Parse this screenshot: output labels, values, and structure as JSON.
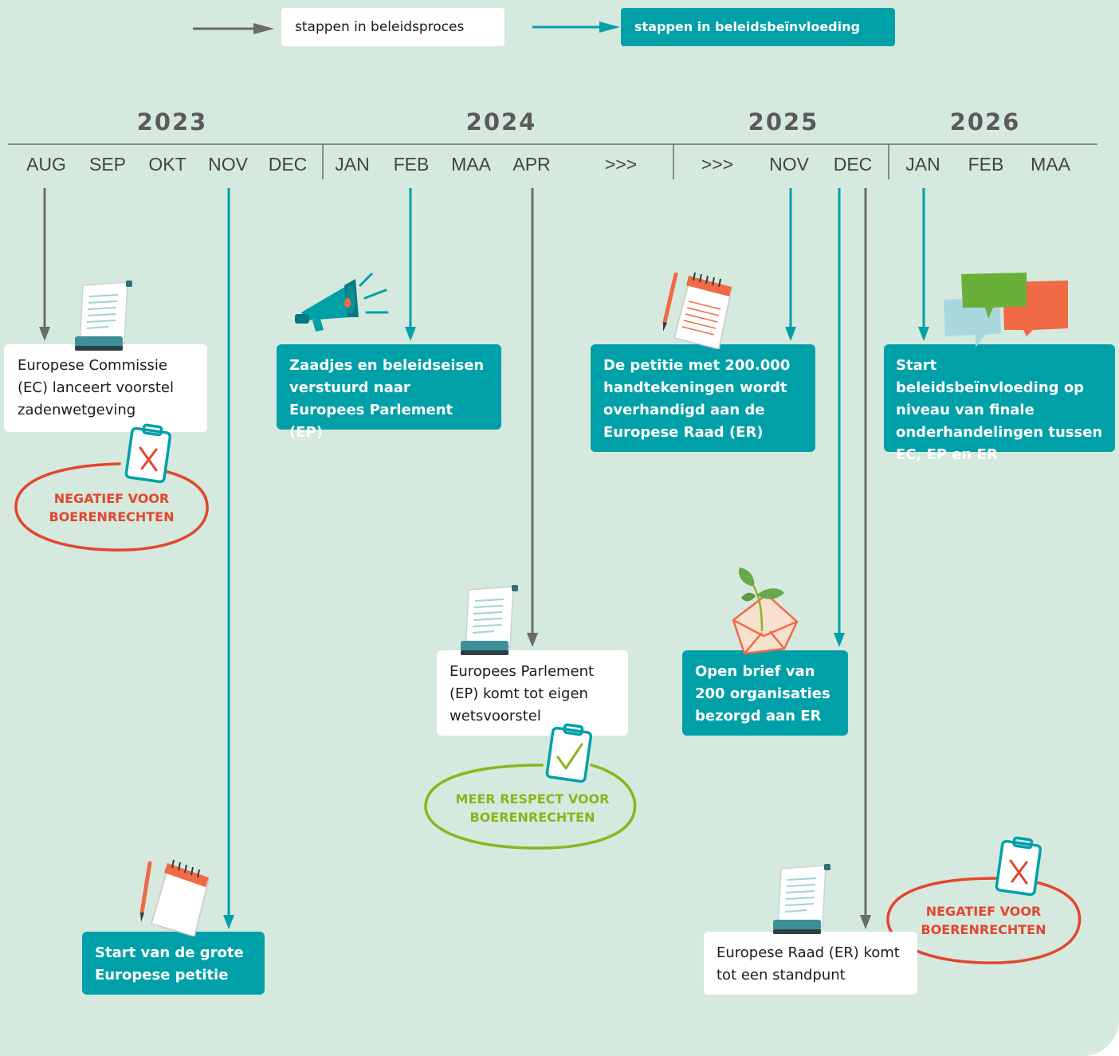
{
  "legend": {
    "process_label": "stappen in beleidsproces",
    "influence_label": "stappen in beleidsbeïnvloeding"
  },
  "timeline": {
    "years": [
      "2023",
      "2024",
      "2025",
      "2026"
    ],
    "months": [
      "AUG",
      "SEP",
      "OKT",
      "NOV",
      "DEC",
      "JAN",
      "FEB",
      "MAA",
      "APR",
      ">>>",
      ">>>",
      "NOV",
      "DEC",
      "JAN",
      "FEB",
      "MAA"
    ]
  },
  "events": [
    {
      "id": "ec-proposal",
      "type": "process",
      "month": "AUG",
      "text": "Europese Commissie (EC) lanceert voorstel zadenwetgeving",
      "icon": "document-scroll-icon"
    },
    {
      "id": "petition-start",
      "type": "influence",
      "month": "NOV",
      "text": "Start van de grote Europese petitie",
      "icon": "notepad-pencil-icon"
    },
    {
      "id": "seeds-sent",
      "type": "influence",
      "month": "FEB",
      "text": "Zaadjes en beleidseisen verstuurd naar Europees Parlement (EP)",
      "icon": "megaphone-icon"
    },
    {
      "id": "ep-proposal",
      "type": "process",
      "month": "APR",
      "text": "Europees Parlement (EP) komt tot eigen wetsvoorstel",
      "icon": "document-scroll-icon"
    },
    {
      "id": "petition-delivered",
      "type": "influence",
      "month": "NOV",
      "text": "De petitie met 200.000 handtekeningen wordt overhandigd aan de Europese Raad (ER)",
      "icon": "notepad-pencil-icon"
    },
    {
      "id": "open-letter",
      "type": "influence",
      "month": "DEC",
      "text": "Open brief van 200 organisaties bezorgd aan ER",
      "icon": "envelope-sprout-icon"
    },
    {
      "id": "er-position",
      "type": "process",
      "month": "DEC",
      "text": "Europese Raad (ER) komt tot een standpunt",
      "icon": "document-scroll-icon"
    },
    {
      "id": "trilogue-start",
      "type": "influence",
      "month": "JAN",
      "text": "Start beleidsbeïnvloeding op niveau van finale onderhandelingen tussen EC, EP en ER",
      "icon": "speech-bubbles-icon"
    }
  ],
  "assessments": {
    "ec": "NEGATIEF VOOR BOERENRECHTEN",
    "ep": "MEER RESPECT VOOR BOERENRECHTEN",
    "er": "NEGATIEF VOOR BOERENRECHTEN"
  },
  "colors": {
    "background": "#d5e9de",
    "influence": "#00a0a8",
    "process": "#6b6b6b",
    "negative": "#e2462e",
    "positive": "#8cb41e",
    "accent_orange": "#ef6a45"
  }
}
